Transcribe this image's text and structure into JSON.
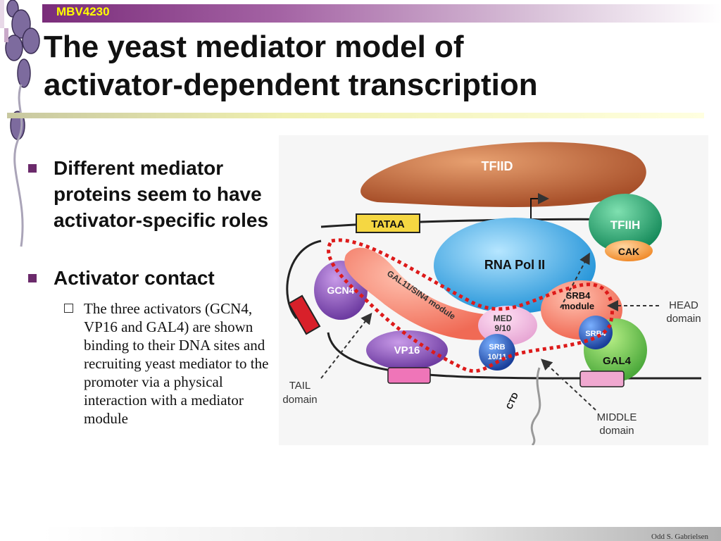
{
  "header": {
    "course_code": "MBV4230"
  },
  "slide": {
    "title_line1": "The yeast mediator model of",
    "title_line2": "activator-dependent transcription",
    "bullets": [
      {
        "text": "Different mediator proteins seem to have activator-specific roles"
      },
      {
        "text": "Activator contact",
        "sub": "The three activators (GCN4, VP16 and GAL4) are shown binding to their DNA sites and recruiting yeast mediator to the promoter via a physical interaction with a mediator module"
      }
    ]
  },
  "figure": {
    "labels": {
      "tfiid": "TFIID",
      "tataa": "TATAA",
      "tfiih": "TFIIH",
      "cak": "CAK",
      "rnapol": "RNA Pol II",
      "gcn4": "GCN4",
      "gal11": "GAL11/SIN4 module",
      "vp16": "VP16",
      "med910_1": "MED",
      "med910_2": "9/10",
      "srb1011_1": "SRB",
      "srb1011_2": "10/11",
      "srb4mod_1": "SRB4",
      "srb4mod_2": "module",
      "srb4": "SRB4",
      "gal4": "GAL4",
      "head_1": "HEAD",
      "head_2": "domain",
      "tail_1": "TAIL",
      "tail_2": "domain",
      "middle_1": "MIDDLE",
      "middle_2": "domain",
      "ctd": "CTD"
    }
  },
  "footer": {
    "author": "Odd S. Gabrielsen"
  }
}
